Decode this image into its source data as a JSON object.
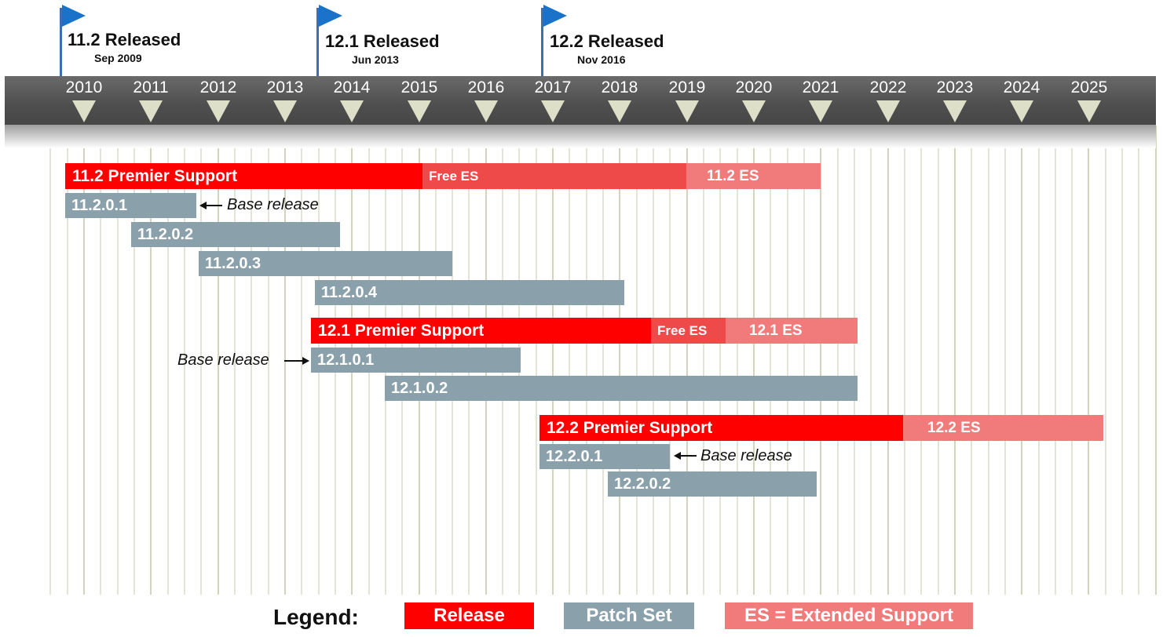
{
  "milestones": [
    {
      "title": "11.2 Released",
      "date": "Sep 2009"
    },
    {
      "title": "12.1 Released",
      "date": "Jun 2013"
    },
    {
      "title": "12.2 Released",
      "date": "Nov 2016"
    }
  ],
  "years": [
    "2010",
    "2011",
    "2012",
    "2013",
    "2014",
    "2015",
    "2016",
    "2017",
    "2018",
    "2019",
    "2020",
    "2021",
    "2022",
    "2023",
    "2024",
    "2025"
  ],
  "bars": {
    "r112": "11.2 Premier Support",
    "f112": "Free ES",
    "e112": "11.2 ES",
    "p11201": "11.2.0.1",
    "p11202": "11.2.0.2",
    "p11203": "11.2.0.3",
    "p11204": "11.2.0.4",
    "r121": "12.1 Premier Support",
    "f121": "Free ES",
    "e121": "12.1 ES",
    "p12101": "12.1.0.1",
    "p12102": "12.1.0.2",
    "r122": "12.2 Premier Support",
    "e122": "12.2 ES",
    "p12201": "12.2.0.1",
    "p12202": "12.2.0.2"
  },
  "annotations": {
    "base_release_112": "Base release",
    "base_release_121": "Base release",
    "base_release_122": "Base release"
  },
  "legend": {
    "title": "Legend:",
    "release": "Release",
    "patch_set": "Patch Set",
    "extended_support": "ES = Extended Support"
  },
  "colors": {
    "release": "#ff0000",
    "free_es": "#ee4a4a",
    "extended_support": "#f17b7b",
    "patch_set": "#8aa1ab",
    "timeline_band": "#555555",
    "flag": "#1a73c9"
  }
}
